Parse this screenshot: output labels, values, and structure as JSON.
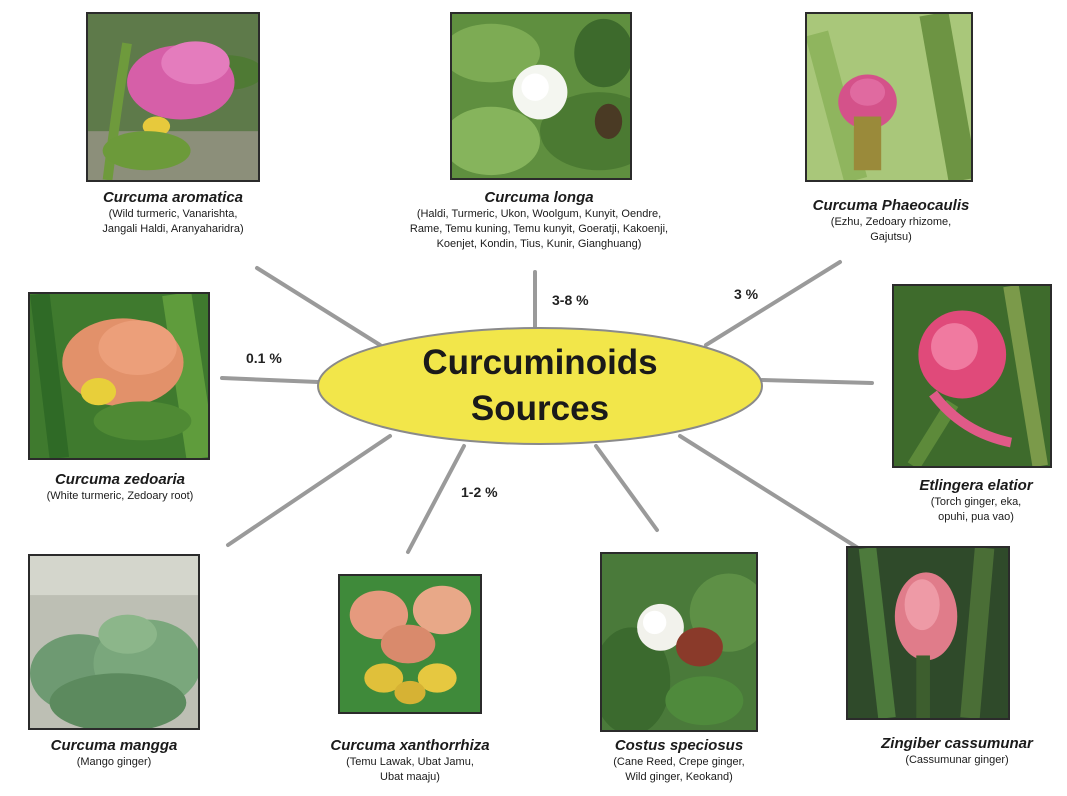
{
  "center": {
    "title": "Curcuminoids\nSources",
    "fill": "#f2e64a"
  },
  "percentages": {
    "longa": "3-8 %",
    "phaeocaulis": "3 %",
    "zedoaria": "0.1 %",
    "xanthorrhiza": "1-2 %"
  },
  "plants": [
    {
      "id": "aromatica",
      "species": "Curcuma aromatica",
      "common": [
        "(Wild turmeric, Vanarishta,",
        "Jangali Haldi, Aranyaharidra)"
      ]
    },
    {
      "id": "longa",
      "species": "Curcuma longa",
      "common": [
        "(Haldi, Turmeric, Ukon, Woolgum,  Kunyit, Oendre,",
        "Rame, Temu kuning, Temu kunyit, Goeratji, Kakoenji,",
        "Koenjet, Kondin, Tius, Kunir, Gianghuang)"
      ]
    },
    {
      "id": "phaeocaulis",
      "species": "Curcuma Phaeocaulis",
      "common": [
        "(Ezhu, Zedoary rhizome,",
        "Gajutsu)"
      ]
    },
    {
      "id": "zedoaria",
      "species": "Curcuma zedoaria",
      "common": [
        "(White turmeric, Zedoary root)"
      ]
    },
    {
      "id": "etlingera",
      "species": "Etlingera elatior",
      "common": [
        "(Torch ginger, eka,",
        "opuhi, pua vao)"
      ]
    },
    {
      "id": "mangga",
      "species": "Curcuma mangga",
      "common": [
        "(Mango ginger)"
      ]
    },
    {
      "id": "xanthorrhiza",
      "species": "Curcuma xanthorrhiza",
      "common": [
        "(Temu Lawak, Ubat Jamu,",
        "Ubat maaju)"
      ]
    },
    {
      "id": "costus",
      "species": "Costus speciosus",
      "common": [
        "(Cane Reed, Crepe ginger,",
        "Wild ginger,  Keokand)"
      ]
    },
    {
      "id": "zingiber",
      "species": "Zingiber cassumunar",
      "common": [
        "(Cassumunar ginger)"
      ]
    }
  ],
  "icons": {
    "photo": "plant-photo"
  },
  "colors": {
    "spoke": "#9a9a9a",
    "ellipse_stroke": "#8a8a8a",
    "frame": "#2b2b2b"
  }
}
